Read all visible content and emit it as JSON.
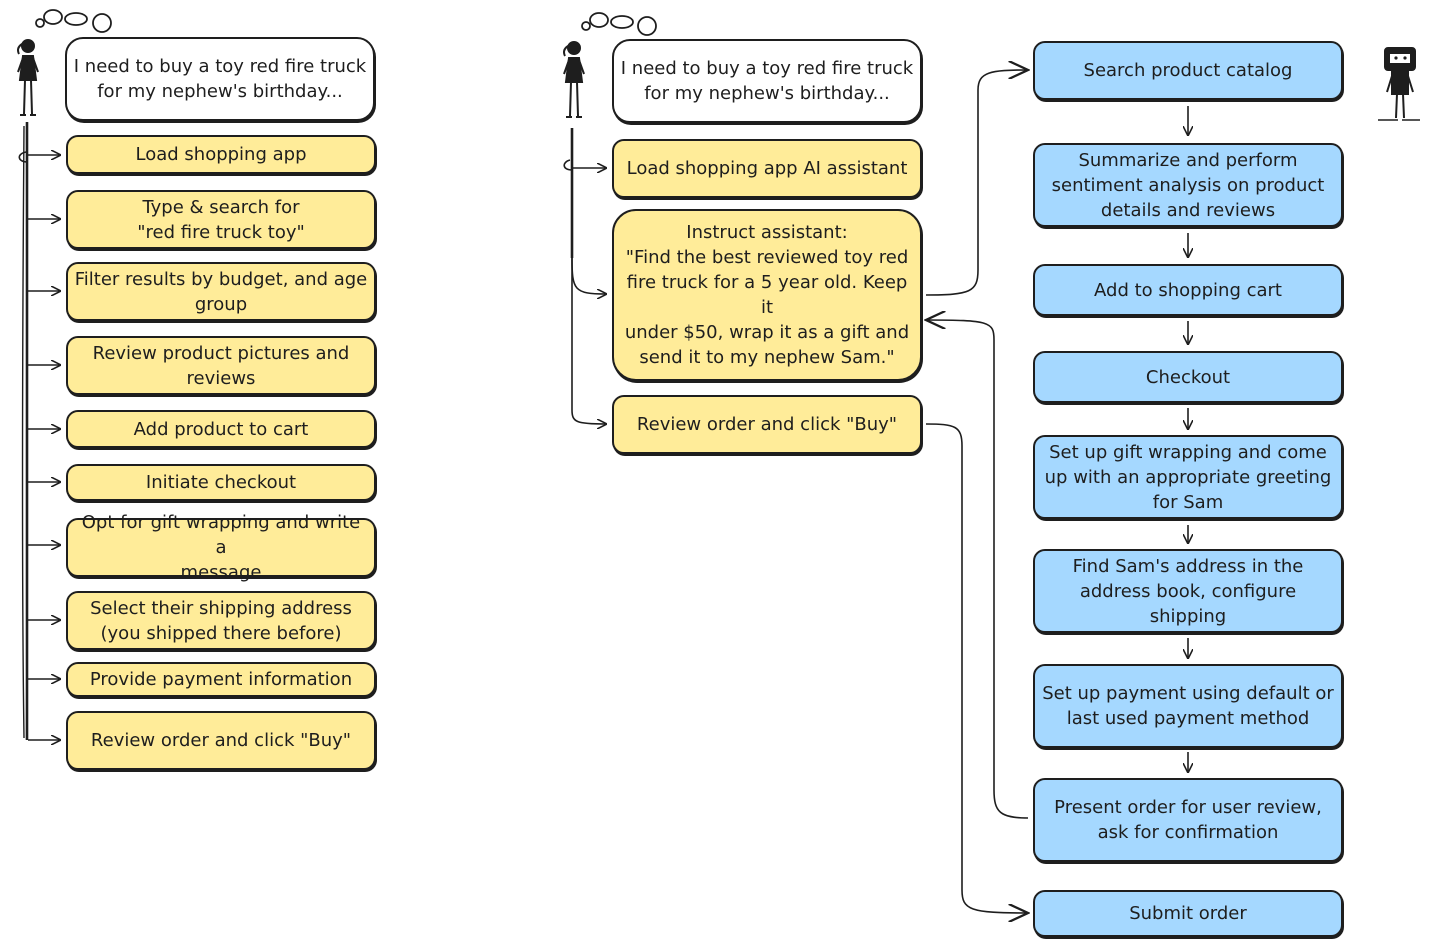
{
  "left_flow": {
    "thought": "I need to buy a toy red fire truck\nfor my nephew's birthday...",
    "steps": [
      "Load shopping app",
      "Type & search for\n\"red fire truck toy\"",
      "Filter results by budget, and age\ngroup",
      "Review product pictures and\nreviews",
      "Add product to cart",
      "Initiate checkout",
      "Opt for gift wrapping and write a\nmessage",
      "Select their shipping address\n(you shipped there before)",
      "Provide payment information",
      "Review order and click \"Buy\""
    ]
  },
  "right_flow": {
    "thought": "I need to buy a toy red fire truck\nfor my nephew's birthday...",
    "user_steps": [
      "Load shopping app AI assistant",
      "Instruct assistant:\n\"Find the best reviewed toy red\nfire truck for a 5 year old. Keep it\nunder $50, wrap it as a gift and\nsend it to my nephew Sam.\"",
      "Review order and click \"Buy\""
    ],
    "agent_steps": [
      "Search product catalog",
      "Summarize and perform\nsentiment analysis on product\ndetails and reviews",
      "Add to shopping cart",
      "Checkout",
      "Set up gift wrapping and come\nup with an appropriate greeting\nfor Sam",
      "Find Sam's address in the\naddress book, configure shipping",
      "Set up payment using default or\nlast used payment method",
      "Present order for user review,\nask for confirmation",
      "Submit order"
    ]
  },
  "colors": {
    "human_step": "#ffec99",
    "agent_step": "#a5d8ff",
    "stroke": "#1e1e1e"
  },
  "icons": [
    "person-icon",
    "robot-icon",
    "thought-bubble-icon"
  ]
}
